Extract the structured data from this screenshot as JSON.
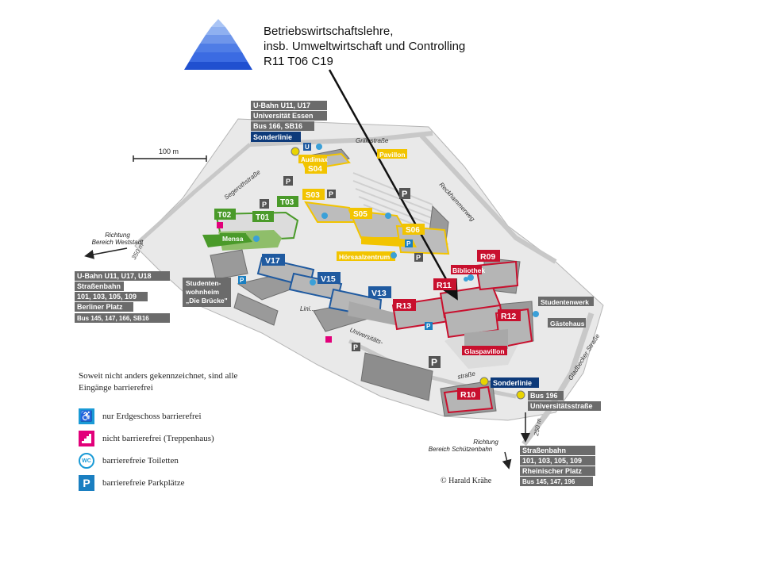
{
  "header": {
    "line1": "Betriebswirtschaftslehre,",
    "line2": "insb. Umweltwirtschaft  und Controlling",
    "line3": "R11 T06  C19"
  },
  "colors": {
    "green": "#4a9a2a",
    "yellow": "#f2c400",
    "blue": "#1f5aa0",
    "red": "#c8102e",
    "gray_box": "#6b6b6b",
    "navy": "#0d3a7a",
    "pyramid": "#2a62e0"
  },
  "scale": {
    "label": "100 m"
  },
  "transit": {
    "north": {
      "line1": "U-Bahn U11, U17",
      "line2": "Universität Essen",
      "line3": "Bus 166, SB16",
      "special": "Sonderlinie"
    },
    "west": {
      "line1": "U-Bahn U11, U17, U18",
      "line2": "Straßenbahn",
      "line3": "101, 103, 105, 109",
      "line4": "Berliner Platz",
      "line5": "Bus 145, 147, 166, SB16"
    },
    "south_special": "Sonderlinie",
    "south_bus": {
      "line1": "Bus 196",
      "line2": "Universitätsstraße"
    },
    "southeast": {
      "line1": "Straßenbahn",
      "line2": "101, 103, 105, 109",
      "line3": "Rheinischer Platz",
      "line4": "Bus 145, 147, 196"
    }
  },
  "directions": {
    "west_line1": "Richtung",
    "west_line2": "Bereich Weststadt",
    "west_dist": "350 m",
    "south_line1": "Richtung",
    "south_line2": "Bereich Schützenbahn",
    "south_dist": "250 m"
  },
  "streets": {
    "grillo": "Grillostraße",
    "segeroth": "Segerothstraße",
    "reckhammer": "Reckhammerweg",
    "gladbecker": "Gladbecker Straße",
    "universitaet": "Universitäts-",
    "strasse": "straße",
    "linie": "Lini..."
  },
  "buildings": {
    "T01": "T01",
    "T02": "T02",
    "T03": "T03",
    "S03": "S03",
    "S04": "S04",
    "S05": "S05",
    "S06": "S06",
    "V13": "V13",
    "V15": "V15",
    "V17": "V17",
    "R09": "R09",
    "R10": "R10",
    "R11": "R11",
    "R12": "R12",
    "R13": "R13"
  },
  "places": {
    "mensa": "Mensa",
    "audimax": "Audimax",
    "pavillon": "Pavillon",
    "hoersaal": "Hörsaalzentrum",
    "bibliothek": "Bibliothek",
    "glaspavillon": "Glaspavillon",
    "studentenwerk": "Studentenwerk",
    "gaestehaus": "Gästehaus",
    "wohnheim1": "Studenten-",
    "wohnheim2": "wohnheim",
    "wohnheim3": "„Die Brücke\""
  },
  "legend": {
    "note": "Soweit nicht anders gekennzeichnet, sind alle Eingänge barrierefrei",
    "items": [
      {
        "icon": "wheelchair-icon",
        "label": "nur Erdgeschoss barrierefrei"
      },
      {
        "icon": "stairs-icon",
        "label": "nicht barrierefrei (Treppenhaus)"
      },
      {
        "icon": "wc-icon",
        "label": "barrierefreie Toiletten"
      },
      {
        "icon": "parking-icon",
        "label": "barrierefreie Parkplätze"
      }
    ]
  },
  "copyright": "© Harald Krähe"
}
